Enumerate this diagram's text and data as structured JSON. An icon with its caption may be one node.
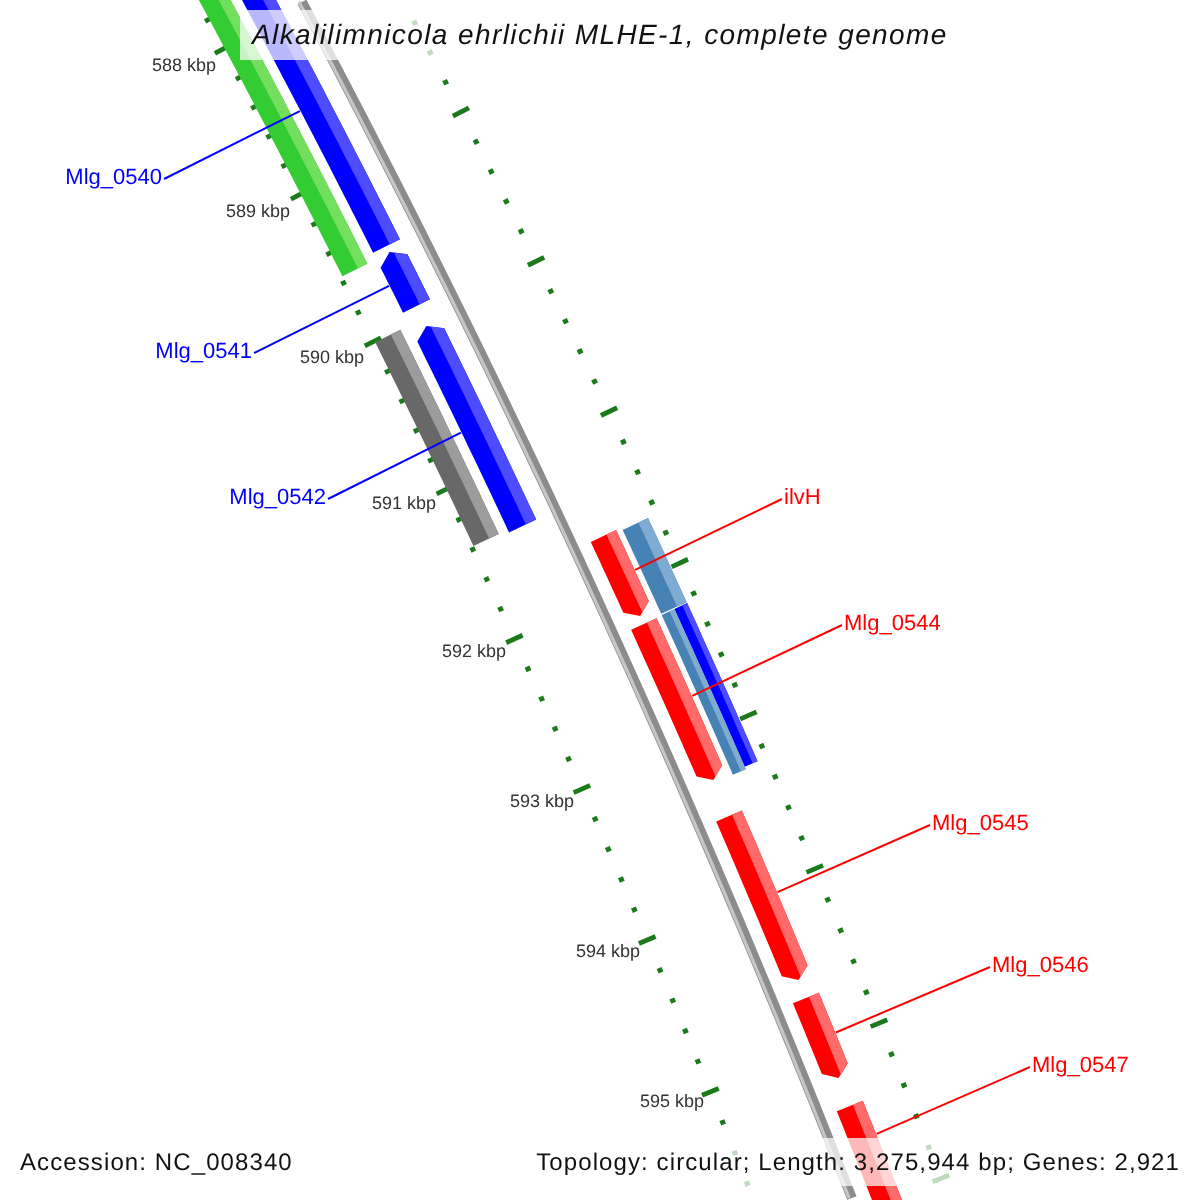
{
  "diagram": {
    "title": "Alkalilimnicola ehrlichii MLHE-1, complete genome",
    "nodes": [
      {
        "text": [
          "Mlg_0540"
        ]
      },
      {
        "text": [
          "Mlg_0541"
        ]
      },
      {
        "text": [
          "Mlg_0542"
        ]
      },
      {
        "text": [
          "ilvH"
        ]
      },
      {
        "text": [
          "Mlg_0544"
        ]
      },
      {
        "text": [
          "Mlg_0545"
        ]
      },
      {
        "text": [
          "Mlg_0546"
        ]
      },
      {
        "text": [
          "Mlg_0547"
        ]
      },
      {
        "text": [],
        "shape": "bar"
      },
      {
        "text": [],
        "shape": "bar"
      },
      {
        "text": [],
        "shape": "bar"
      },
      {
        "text": [],
        "shape": "bar"
      },
      {
        "text": [],
        "shape": "bar"
      },
      {
        "text": [],
        "shape": "bar"
      },
      {
        "text": [],
        "shape": "bar"
      },
      {
        "text": [],
        "shape": "bar"
      },
      {
        "text": [],
        "shape": "bar"
      },
      {
        "text": [],
        "shape": "bar"
      },
      {
        "text": [],
        "shape": "bar"
      },
      {
        "text": [],
        "shape": "bar"
      },
      {
        "text": [],
        "shape": "bar"
      }
    ],
    "edges": [
      {
        "from": 0,
        "to": 9,
        "arrow": "none",
        "color": "#0000ff"
      },
      {
        "from": 1,
        "to": 10,
        "arrow": "none",
        "color": "#0000ff"
      },
      {
        "from": 2,
        "to": 11,
        "arrow": "none",
        "color": "#0000ff"
      },
      {
        "from": 3,
        "to": 14,
        "arrow": "none"
      },
      {
        "from": 4,
        "to": 17,
        "arrow": "none"
      },
      {
        "from": 5,
        "to": 18,
        "arrow": "none"
      },
      {
        "from": 6,
        "to": 19,
        "arrow": "none"
      },
      {
        "from": 7,
        "to": 20,
        "arrow": "none"
      }
    ],
    "labels": [
      "588 kbp",
      "589 kbp",
      "590 kbp",
      "591 kbp",
      "592 kbp",
      "593 kbp",
      "594 kbp",
      "595 kbp",
      "Accession: NC_008340",
      "Topology: circular; Length: 3,275,944 bp; Genes: 2,921"
    ]
  }
}
